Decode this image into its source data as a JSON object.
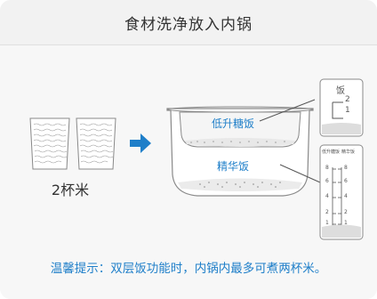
{
  "header": {
    "title": "食材洗净放入内锅"
  },
  "left": {
    "quantity_label": "2杯米"
  },
  "pot": {
    "upper_layer_label": "低升糖饭",
    "lower_layer_label": "精华饭"
  },
  "upper_gauge": {
    "title": "饭",
    "marks": [
      "2",
      "1"
    ]
  },
  "lower_gauge": {
    "header_line1": "低升糖饭",
    "header_line2": "精华饭",
    "marks_left": [
      "8",
      "6",
      "4",
      "2",
      "1"
    ],
    "marks_right": [
      "8",
      "6",
      "4",
      "2",
      "1"
    ]
  },
  "footer": {
    "tip": "温馨提示：双层饭功能时，内锅内最多可煮两杯米。"
  },
  "colors": {
    "accent": "#1f7fc9",
    "arrow": "#1f7fc9",
    "label_blue": "#1f7fc9"
  }
}
